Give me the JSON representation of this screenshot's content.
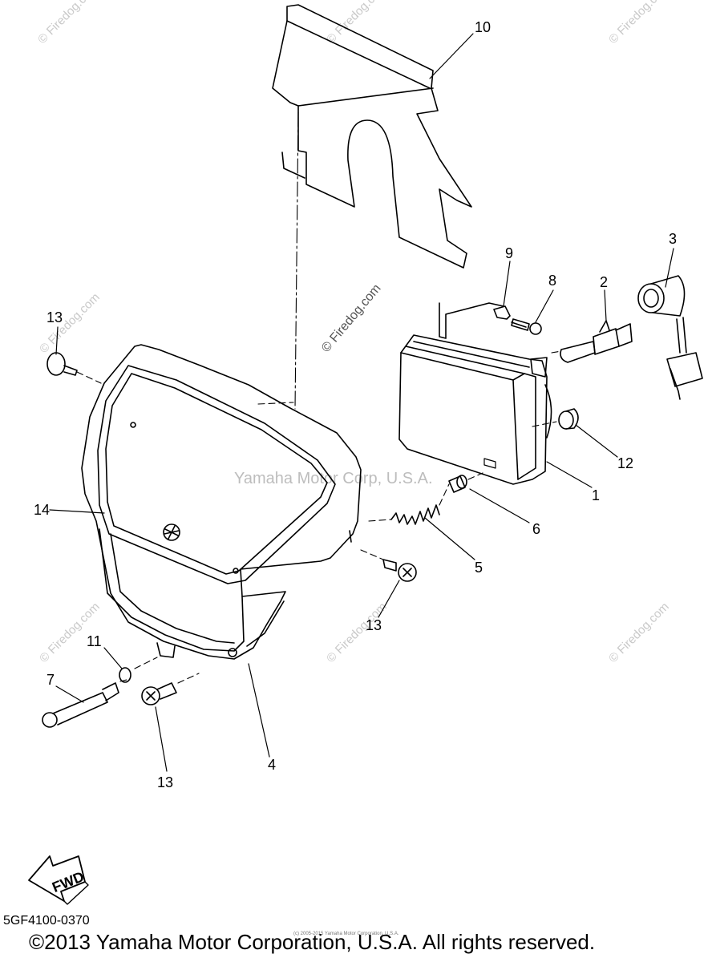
{
  "callouts": [
    "10",
    "9",
    "8",
    "2",
    "3",
    "13",
    "12",
    "1",
    "14",
    "6",
    "5",
    "13",
    "11",
    "7",
    "4",
    "13"
  ],
  "watermarks": {
    "corner": "© Firedog.com",
    "center": "Yamaha Motor Corp, U.S.A.",
    "small": "(c) 2005-2015 Yamaha Motor Corporation, U.S.A."
  },
  "fwd_label": "FWD",
  "part_number": "5GF4100-0370",
  "copyright": "©2013 Yamaha Motor Corporation, U.S.A. All rights reserved."
}
